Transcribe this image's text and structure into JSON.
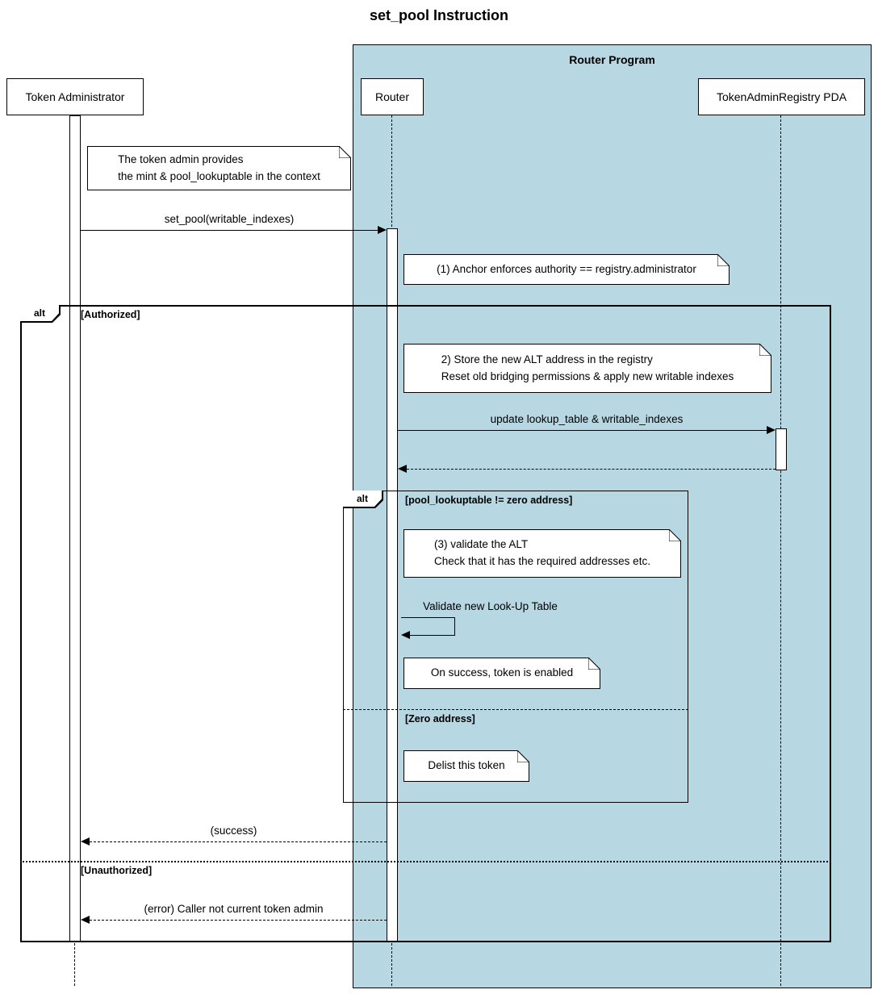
{
  "title": "set_pool Instruction",
  "program_frame": {
    "label": "Router Program"
  },
  "participants": [
    {
      "name": "Token Administrator"
    },
    {
      "name": "Router"
    },
    {
      "name": "TokenAdminRegistry PDA"
    }
  ],
  "notes": [
    {
      "text": "The token admin provides\n the mint & pool_lookuptable in the context"
    },
    {
      "text": "(1) Anchor enforces authority == registry.administrator"
    },
    {
      "text": "2) Store the new ALT address in the registry\n Reset old bridging permissions & apply new writable indexes"
    },
    {
      "text": "(3) validate the ALT\nCheck that it has the required addresses etc."
    },
    {
      "text": "On success, token is enabled"
    },
    {
      "text": "Delist this token"
    }
  ],
  "messages": [
    {
      "label": "set_pool(writable_indexes)",
      "from": "Token Administrator",
      "to": "Router",
      "style": "solid"
    },
    {
      "label": "update lookup_table & writable_indexes",
      "from": "Router",
      "to": "TokenAdminRegistry PDA",
      "style": "solid"
    },
    {
      "label": "",
      "from": "TokenAdminRegistry PDA",
      "to": "Router",
      "style": "dashed-return"
    },
    {
      "label": "Validate new Look-Up Table",
      "from": "Router",
      "to": "Router",
      "style": "self"
    },
    {
      "label": "(success)",
      "from": "Router",
      "to": "Token Administrator",
      "style": "dashed-return"
    },
    {
      "label": "(error) Caller not current token admin",
      "from": "Router",
      "to": "Token Administrator",
      "style": "dashed-return"
    }
  ],
  "alts": {
    "outer": {
      "label": "alt",
      "guards": [
        "[Authorized]",
        "[Unauthorized]"
      ]
    },
    "inner": {
      "label": "alt",
      "guards": [
        "[pool_lookuptable != zero address]",
        "[Zero address]"
      ]
    }
  },
  "colors": {
    "program-frame-fill": "#b7d7e2",
    "note-fill": "#ffffff",
    "line": "#000000",
    "background": "#ffffff"
  }
}
